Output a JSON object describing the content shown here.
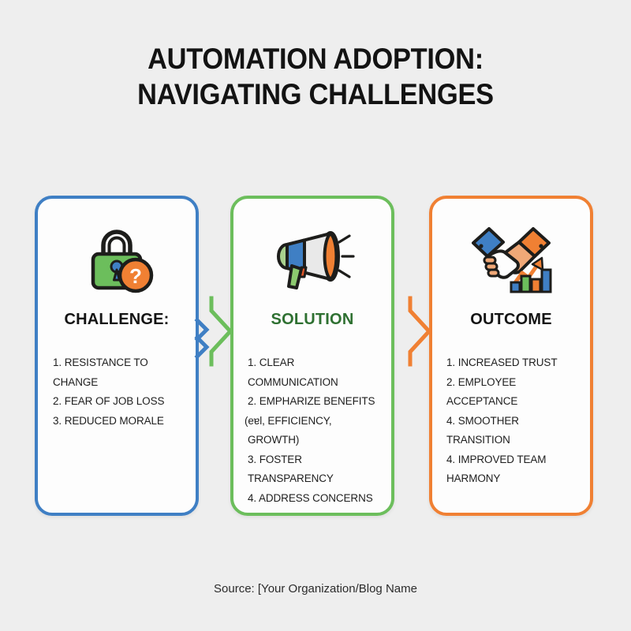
{
  "title": {
    "line1": "AUTOMATION ADOPTION:",
    "line2": "NAVIGATING CHALLENGES"
  },
  "colors": {
    "background": "#eeeeee",
    "card_background": "#fdfdfd",
    "challenge_border": "#3f7fc4",
    "solution_border": "#6cbe5c",
    "outcome_border": "#f08033",
    "solution_heading": "#2e7031",
    "heading_default": "#141414",
    "connector_1_primary": "#6cbe5c",
    "connector_1_secondary": "#3f7fc4",
    "connector_2_primary": "#f08033"
  },
  "cards": [
    {
      "id": "challenge",
      "heading": "CHALLENGE:",
      "icon": "padlock-question-icon",
      "items": [
        "1. RESISTANCE TO\n    CHANGE",
        "2. FEAR OF JOB LOSS",
        "3. REDUCED MORALE"
      ]
    },
    {
      "id": "solution",
      "heading": "SOLUTION",
      "icon": "megaphone-icon",
      "items": [
        "1. CLEAR COMMUNICATION",
        "2. EMPHARIZE BENEFITS",
        "(eɐl, EFFICIENCY, GROWTH)",
        "3. FOSTER TRANSPARENCY",
        "4. ADDRESS CONCERNS"
      ]
    },
    {
      "id": "outcome",
      "heading": "OUTCOME",
      "icon": "handshake-growth-icon",
      "items": [
        "1. INCREASED TRUST",
        "2. EMPLOYEE ACCEPTANCE",
        "4. SMOOTHER TRANSITION",
        "4. IMPROVED TEAM HARMONY"
      ]
    }
  ],
  "footer": {
    "source": "Source: [Your Organization/Blog Name"
  }
}
